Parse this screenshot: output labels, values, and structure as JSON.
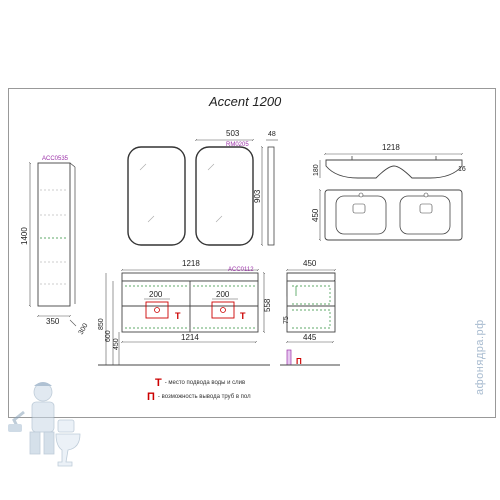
{
  "title": "Accent 1200",
  "codes": {
    "pencil_case": "ACC0535",
    "mirror": "RM0205",
    "cabinet": "ACC0112"
  },
  "dims": {
    "pencil_case_width": "350",
    "pencil_case_depth": "300",
    "pencil_case_height": "1400",
    "mirror_width": "503",
    "mirror_depth": "48",
    "mirror_height": "903",
    "basin_width": "1218",
    "basin_height": "180",
    "basin_lip": "16",
    "basin_depth": "450",
    "cabinet_width": "1218",
    "drawer_left": "200",
    "drawer_right": "200",
    "cabinet_height": "558",
    "cabinet_bottom_width": "1214",
    "level_850": "850",
    "level_600": "600",
    "level_450": "450",
    "side_depth": "450",
    "side_bottom_depth": "445",
    "side_75": "75"
  },
  "markers": {
    "t": "T",
    "p": "П"
  },
  "legend": [
    {
      "glyph": "T",
      "text": "- место подвода воды и слив"
    },
    {
      "glyph": "П",
      "text": "- возможность вывода труб в пол"
    }
  ],
  "watermark": "афонядра.рф",
  "colors": {
    "line": "#444444",
    "dim": "#555555",
    "accent": "#cc0000",
    "code": "#9b30a8",
    "fill": "#2b8f3a"
  },
  "icons": [
    "plumber-mascot",
    "toilet-icon",
    "pipe-p-icon"
  ]
}
